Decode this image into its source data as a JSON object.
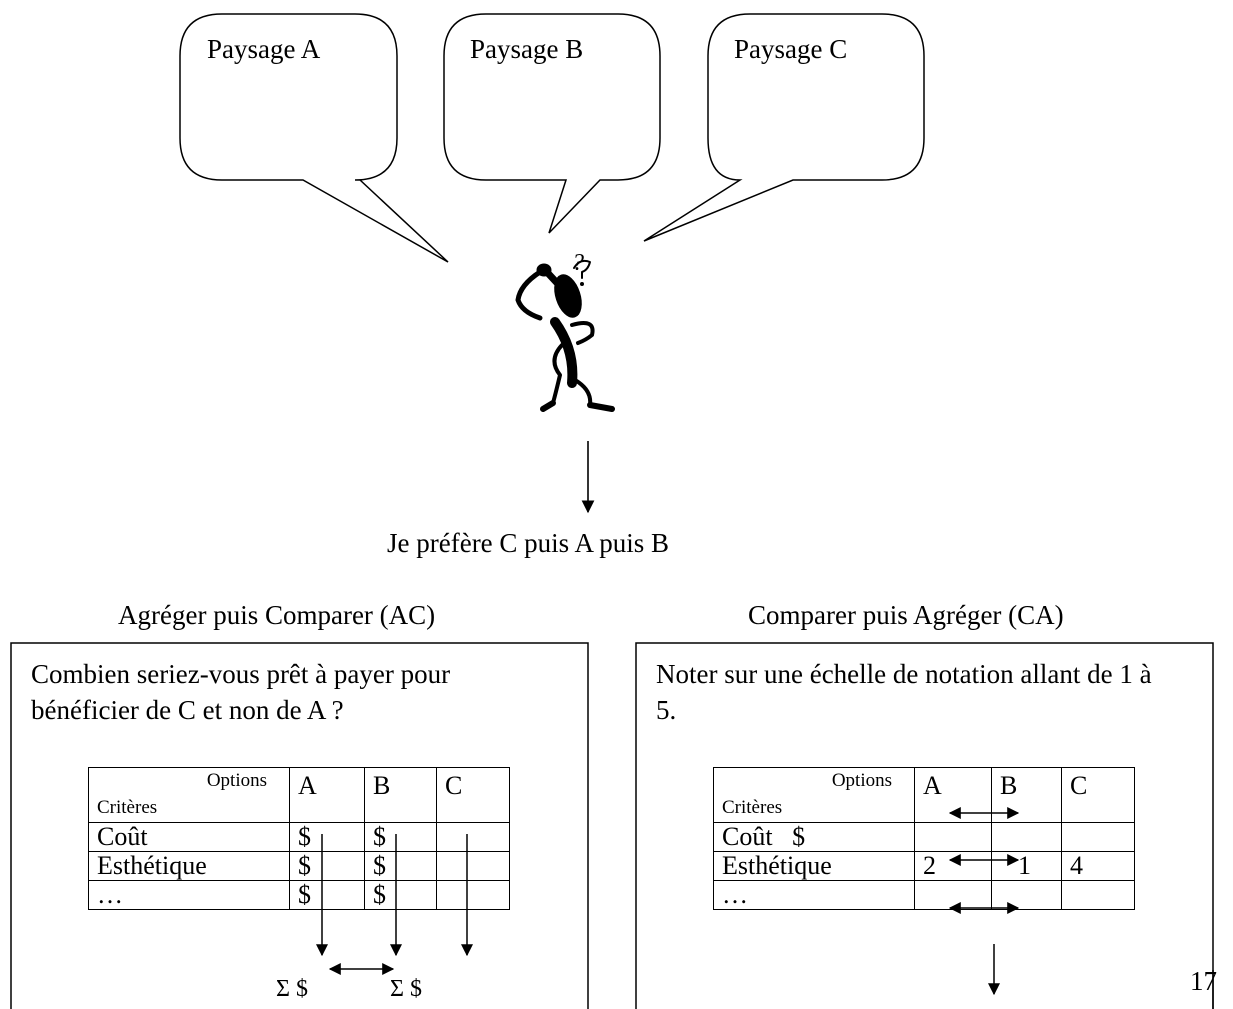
{
  "bubbles": [
    {
      "label": "Paysage A"
    },
    {
      "label": "Paysage B"
    },
    {
      "label": "Paysage C"
    }
  ],
  "thinker_question_mark": "?",
  "preference": "Je préfère C puis A puis B",
  "left_panel": {
    "title": "Agréger puis Comparer (AC)",
    "question": "Combien seriez-vous prêt à payer pour bénéficier de C et non de A ?",
    "table": {
      "header_options": "Options",
      "header_criteria": "Critères",
      "columns": [
        "A",
        "B",
        "C"
      ],
      "rows": [
        {
          "label": "Coût",
          "cells": [
            "$",
            "$",
            ""
          ]
        },
        {
          "label": "Esthétique",
          "cells": [
            "$",
            "$",
            ""
          ]
        },
        {
          "label": "…",
          "cells": [
            "$",
            "$",
            ""
          ]
        }
      ]
    },
    "sum_left": "Σ $",
    "sum_right": "Σ $"
  },
  "right_panel": {
    "title": "Comparer puis Agréger (CA)",
    "question": "Noter sur une échelle de notation allant de 1 à 5.",
    "table": {
      "header_options": "Options",
      "header_criteria": "Critères",
      "columns": [
        "A",
        "B",
        "C"
      ],
      "rows": [
        {
          "label": "Coût   $",
          "cells": [
            "",
            "",
            ""
          ]
        },
        {
          "label": "Esthétique",
          "cells": [
            "2",
            "1",
            "4"
          ]
        },
        {
          "label": "…",
          "cells": [
            "",
            "",
            ""
          ]
        }
      ]
    }
  },
  "page_number": "17"
}
